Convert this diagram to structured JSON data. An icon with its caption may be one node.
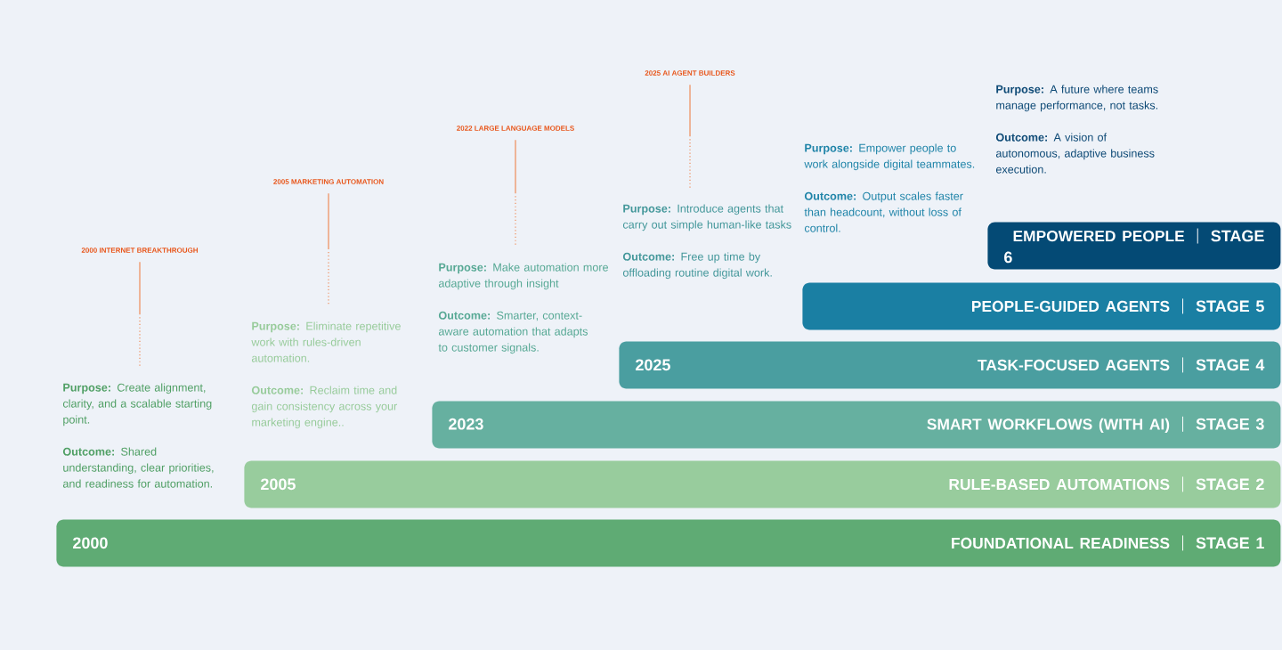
{
  "diagram": {
    "nodes": [
      {
        "text": [
          "2000 INTERNET BREAKTHROUGH"
        ]
      },
      {
        "text": [
          "2005 MARKETING AUTOMATION"
        ]
      },
      {
        "text": [
          "2022 LARGE LANGUAGE MODELS"
        ]
      },
      {
        "text": [
          "2025 AI AGENT BUILDERS"
        ]
      },
      {
        "text": [
          "**Purpose:** Create alignment, clarity, and a scalable starting point.",
          "**Outcome:** Shared understanding, clear priorities, and readiness for automation."
        ]
      },
      {
        "text": [
          "**Purpose:** Eliminate repetitive work with rules-driven automation.",
          "**Outcome:** Reclaim time and gain consistency across your marketing engine.."
        ]
      },
      {
        "text": [
          "**Purpose:** Make automation more adaptive through insight",
          "**Outcome:** Smarter, context-aware automation that adapts to customer signals."
        ]
      },
      {
        "text": [
          "**Purpose:** Introduce agents that carry out simple human-like tasks",
          "**Outcome:** Free up time by offloading routine digital work."
        ]
      },
      {
        "text": [
          "**Purpose:** Empower people to work alongside digital teammates.",
          "**Outcome:** Output scales faster than headcount, without loss of control."
        ]
      },
      {
        "text": [
          "**Purpose:** A future where teams manage performance, not tasks.",
          "**Outcome:** A vision of autonomous, adaptive business execution."
        ]
      },
      {
        "text": [
          "2000",
          "FOUNDATIONAL READINESS",
          "STAGE 1"
        ]
      },
      {
        "text": [
          "2005",
          "RULE-BASED AUTOMATIONS",
          "STAGE 2"
        ]
      },
      {
        "text": [
          "2023",
          "SMART WORKFLOWS (WITH AI)",
          "STAGE 3"
        ]
      },
      {
        "text": [
          "2025",
          "TASK-FOCUSED AGENTS",
          "STAGE 4"
        ]
      },
      {
        "text": [
          "PEOPLE-GUIDED AGENTS",
          "STAGE 5"
        ]
      },
      {
        "text": [
          "EMPOWERED PEOPLE",
          "STAGE 6"
        ]
      }
    ],
    "edges": [
      {
        "from": 0,
        "to": 4,
        "arrow": "none"
      },
      {
        "from": 1,
        "to": 5,
        "arrow": "none"
      },
      {
        "from": 2,
        "to": 6,
        "arrow": "none"
      },
      {
        "from": 3,
        "to": 7,
        "arrow": "none"
      }
    ]
  }
}
